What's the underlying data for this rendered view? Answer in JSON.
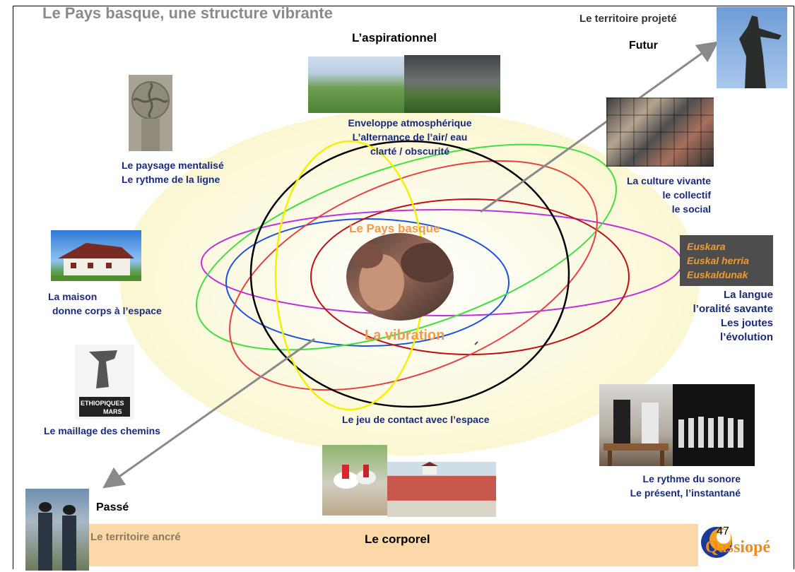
{
  "title": "Le Pays basque, une structure vibrante",
  "top": {
    "aspirationnel": "L’aspirationnel",
    "territoire_projete": "Le territoire projeté",
    "futur": "Futur"
  },
  "atmosphere": {
    "line1": "Enveloppe atmosphérique",
    "line2": "L’alternance de l’air/ eau",
    "line3": "clarté / obscurité"
  },
  "paysage": {
    "line1": "Le paysage mentalisé",
    "line2": "Le rythme de la ligne"
  },
  "culture": {
    "line1": "La culture vivante",
    "line2": "le collectif",
    "line3": "le social"
  },
  "center": {
    "pays_basque": "Le Pays basque",
    "vibration": "La vibration"
  },
  "euskara": {
    "line1": "Euskara",
    "line2": "Euskal herria",
    "line3": "Euskaldunak"
  },
  "langue": {
    "line1": "La langue",
    "line2": "l’oralité savante",
    "line3": "Les joutes",
    "line4": "l’évolution"
  },
  "maison": {
    "line1": "La maison",
    "line2": "donne corps à l’espace"
  },
  "maillage": "Le maillage des chemins",
  "jeu_contact": "Le jeu de contact avec l’espace",
  "sonore": {
    "line1": "Le rythme du sonore",
    "line2": "Le présent, l’instantané"
  },
  "passe": "Passé",
  "territoire_ancre": "Le territoire ancré",
  "corporel": "Le corporel",
  "page_number": "47",
  "logo_name": "Qassiopé",
  "poster": {
    "line1": "ETHIOPIQUES",
    "line2": "MARS"
  },
  "colors": {
    "orbit_black": "#000000",
    "orbit_yellow": "#f5f000",
    "orbit_green": "#40e040",
    "orbit_red": "#e84040",
    "orbit_blue": "#1a50e0",
    "orbit_purple": "#c030e0",
    "orbit_darkred": "#c01010",
    "halo": "#fbf7d2",
    "band": "#fcd7a8",
    "text_blue": "#1a2a7a",
    "accent_orange": "#f39a4a"
  }
}
